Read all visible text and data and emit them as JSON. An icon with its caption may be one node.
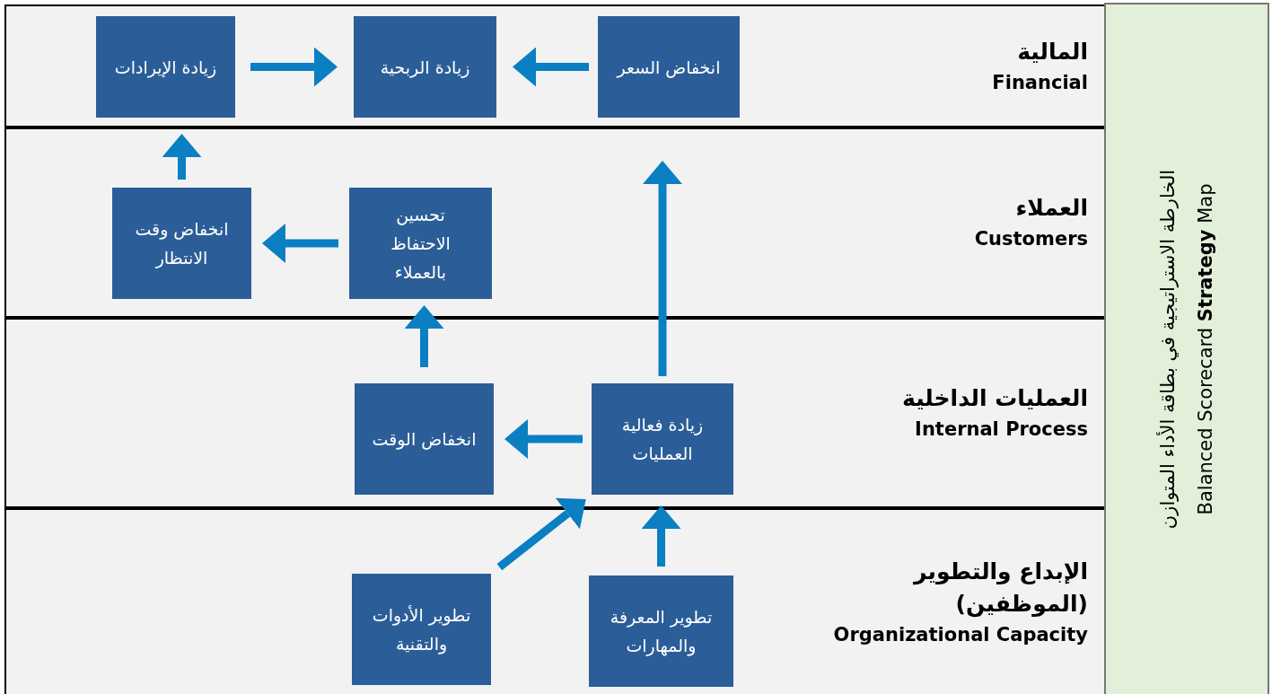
{
  "diagram": {
    "nodes": [
      {
        "text": [
          "المالية",
          "Financial"
        ]
      },
      {
        "text": [
          "زيادة الإيرادات"
        ],
        "in": 0
      },
      {
        "text": [
          "زيادة الربحية"
        ],
        "in": 0
      },
      {
        "text": [
          "انخفاض السعر"
        ],
        "in": 0
      },
      {
        "text": [
          "العملاء",
          "Customers"
        ]
      },
      {
        "text": [
          "انخفاض وقت الانتظار"
        ],
        "in": 4
      },
      {
        "text": [
          "تحسين الاحتفاظ بالعملاء"
        ],
        "in": 4
      },
      {
        "text": [
          "العمليات الداخلية",
          "Internal Process"
        ]
      },
      {
        "text": [
          "انخفاض الوقت"
        ],
        "in": 7
      },
      {
        "text": [
          "زيادة فعالية العمليات"
        ],
        "in": 7
      },
      {
        "text": [
          "الإبداع والتطوير (الموظفين)",
          "Organizational Capacity"
        ]
      },
      {
        "text": [
          "تطوير الأدوات والتقنية"
        ],
        "in": 10
      },
      {
        "text": [
          "تطوير المعرفة والمهارات"
        ],
        "in": 10
      },
      {
        "text": [
          "الخارطة الاستراتيجية في بطاقة الأداء المتوازن",
          "Balanced Scorecard **Strategy** Map"
        ]
      }
    ],
    "edges": [
      {
        "from": 1,
        "to": 2,
        "arrow": "to"
      },
      {
        "from": 3,
        "to": 2,
        "arrow": "to"
      },
      {
        "from": 5,
        "to": 1,
        "arrow": "to"
      },
      {
        "from": 6,
        "to": 5,
        "arrow": "to"
      },
      {
        "from": 8,
        "to": 6,
        "arrow": "to"
      },
      {
        "from": 9,
        "to": 8,
        "arrow": "to"
      },
      {
        "from": 9,
        "to": 3,
        "arrow": "to"
      },
      {
        "from": 11,
        "to": 9,
        "arrow": "to"
      },
      {
        "from": 12,
        "to": 9,
        "arrow": "to"
      }
    ]
  }
}
